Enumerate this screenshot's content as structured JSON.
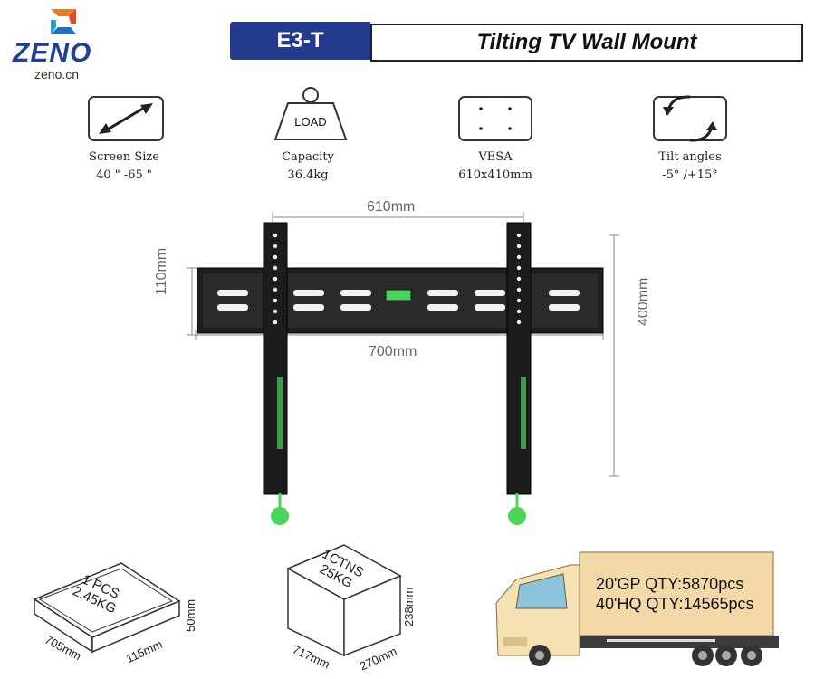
{
  "brand": {
    "name": "ZENO",
    "site": "zeno.cn"
  },
  "header": {
    "model": "E3-T",
    "title": "Tilting TV Wall Mount"
  },
  "specs": [
    {
      "icon": "diagonal-arrow-icon",
      "label": "Screen Size",
      "value": "40 \" -65 \""
    },
    {
      "icon": "load-weight-icon",
      "icon_text": "LOAD",
      "label": "Capacity",
      "value": "36.4kg"
    },
    {
      "icon": "vesa-pattern-icon",
      "label": "VESA",
      "value": "610x410mm"
    },
    {
      "icon": "tilt-arrows-icon",
      "label": "Tilt angles",
      "value": "-5° /+15°"
    }
  ],
  "mount_dims": {
    "width_vesa": "610mm",
    "width_total": "700mm",
    "height_plate": "110mm",
    "height_total": "400mm"
  },
  "package": {
    "single": {
      "text1": "1 PCS",
      "text2": "2.45KG",
      "length": "705mm",
      "width": "115mm",
      "height": "50mm"
    },
    "carton": {
      "text1": "1CTNS",
      "text2": "25KG",
      "length": "717mm",
      "width": "270mm",
      "height": "238mm"
    }
  },
  "shipping": {
    "line1": "20'GP QTY:5870pcs",
    "line2": "40'HQ QTY:14565pcs"
  },
  "colors": {
    "brand_blue": "#233a8d",
    "level_green": "#4cd35a",
    "truck_cargo": "#f3d9a8"
  }
}
